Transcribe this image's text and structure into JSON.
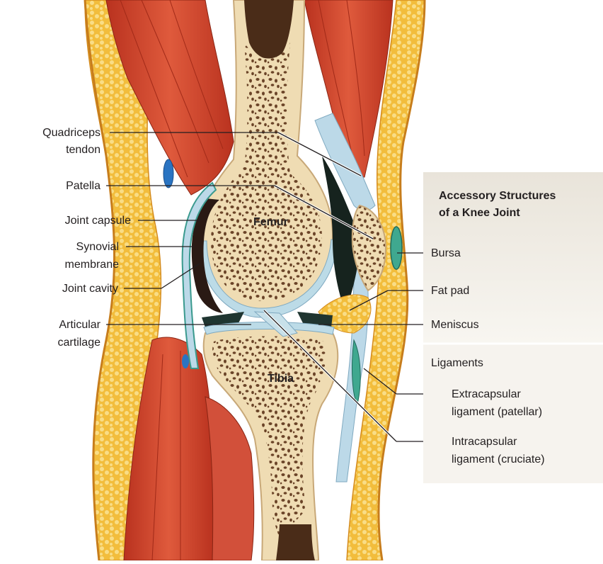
{
  "bones": {
    "femur": "Femur",
    "tibia": "Tibia"
  },
  "left_labels": {
    "quadriceps_tendon_1": "Quadriceps",
    "quadriceps_tendon_2": "tendon",
    "patella": "Patella",
    "joint_capsule": "Joint capsule",
    "synovial_membrane_1": "Synovial",
    "synovial_membrane_2": "membrane",
    "joint_cavity": "Joint cavity",
    "articular_cartilage_1": "Articular",
    "articular_cartilage_2": "cartilage"
  },
  "panel": {
    "title_1": "Accessory Structures",
    "title_2": "of a Knee Joint",
    "bursa": "Bursa",
    "fat_pad": "Fat pad",
    "meniscus": "Meniscus",
    "ligaments": "Ligaments",
    "extracapsular_1": "Extracapsular",
    "extracapsular_2": "ligament (patellar)",
    "intracapsular_1": "Intracapsular",
    "intracapsular_2": "ligament (cruciate)"
  },
  "colors": {
    "muscle": "#c9432d",
    "fat": "#f4c24a",
    "bone": "#f4e6c6",
    "marrow": "#5a3720",
    "cartilage": "#bfdbe6",
    "synovial": "#3a9a8e",
    "panel_top": "#ece8df",
    "panel_bottom": "#f7f4ee"
  }
}
